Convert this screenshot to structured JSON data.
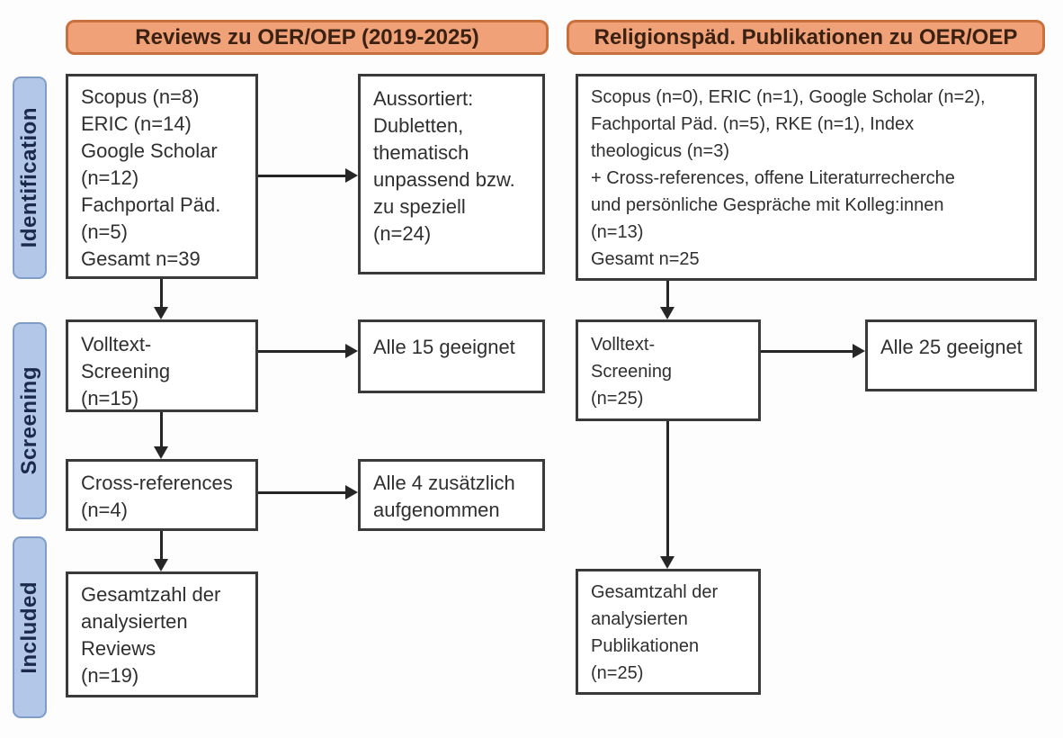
{
  "diagram_title": "PRISMA-style literature flow diagram",
  "headers": {
    "left": "Reviews zu OER/OEP (2019-2025)",
    "right": "Religionspäd. Publikationen zu OER/OEP"
  },
  "sidebar": {
    "labels": [
      "Identification",
      "Screening",
      "Included"
    ]
  },
  "boxes": {
    "left_sources": [
      "Scopus (n=8)",
      "ERIC (n=14)",
      "Google Scholar",
      "(n=12)",
      "Fachportal Päd.",
      "(n=5)",
      "Gesamt n=39"
    ],
    "left_excluded": [
      "Aussortiert:",
      "Dubletten,",
      "thematisch",
      "unpassend bzw.",
      "zu speziell",
      "(n=24)"
    ],
    "left_fulltext": [
      "Volltext-",
      "Screening",
      "(n=15)"
    ],
    "left_eligible": "Alle 15 geeignet",
    "left_crossref": [
      "Cross-references",
      "(n=4)"
    ],
    "left_added": [
      "Alle 4 zusätzlich",
      "aufgenommen"
    ],
    "left_included": [
      "Gesamtzahl der",
      "analysierten",
      "Reviews",
      "(n=19)"
    ],
    "right_sources": [
      "Scopus (n=0), ERIC (n=1), Google Scholar (n=2),",
      "Fachportal Päd. (n=5), RKE (n=1), Index",
      "theologicus (n=3)",
      "+ Cross-references, offene Literaturrecherche",
      "und persönliche Gespräche mit Kolleg:innen",
      "(n=13)",
      "Gesamt n=25"
    ],
    "right_fulltext": [
      "Volltext-",
      "Screening",
      "(n=25)"
    ],
    "right_eligible": "Alle 25 geeignet",
    "right_included": [
      "Gesamtzahl der",
      "analysierten",
      "Publikationen",
      "(n=25)"
    ]
  },
  "counts": {
    "left_total_identified": 39,
    "left_excluded": 24,
    "left_fulltext_screened": 15,
    "left_crossref_added": 4,
    "left_included_reviews": 19,
    "right_total_identified": 25,
    "right_fulltext_screened": 25,
    "right_included_publications": 25
  },
  "colors": {
    "header_fill": "#f0a177",
    "header_border": "#c9703f",
    "header_text": "#3a2112",
    "stage_fill": "#b3c8e8",
    "stage_border": "#7e9dc8",
    "stage_text": "#1b2a4a",
    "box_border": "#3a3a3a",
    "box_text": "#2f2f2f",
    "arrow": "#262626"
  }
}
